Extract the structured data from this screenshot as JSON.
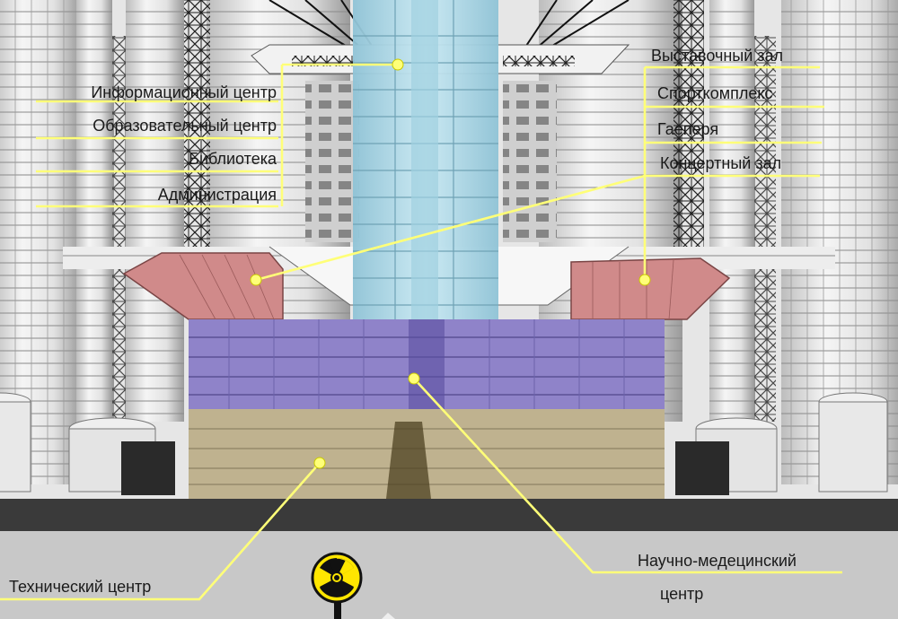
{
  "labels": {
    "left": [
      "Информационный центр",
      "Образовательный центр",
      "Библиотека",
      "Администрация"
    ],
    "right": [
      "Выставочный зал",
      "Спорткомплекс",
      "Гаеперя",
      "Концертный зал"
    ],
    "technical": "Технический центр",
    "medical_line1": "Научно-медецинский",
    "medical_line2": "центр"
  },
  "colors": {
    "leader": "#ffff78",
    "tower": "#a9d6e6",
    "pink": "#d08a8a",
    "purple": "#8f83c9",
    "khaki": "#bfb28f",
    "ground": "#c8c8c8",
    "road": "#3a3a3a",
    "radiation": "#ffe600"
  },
  "icons": [
    "radiation-icon"
  ]
}
